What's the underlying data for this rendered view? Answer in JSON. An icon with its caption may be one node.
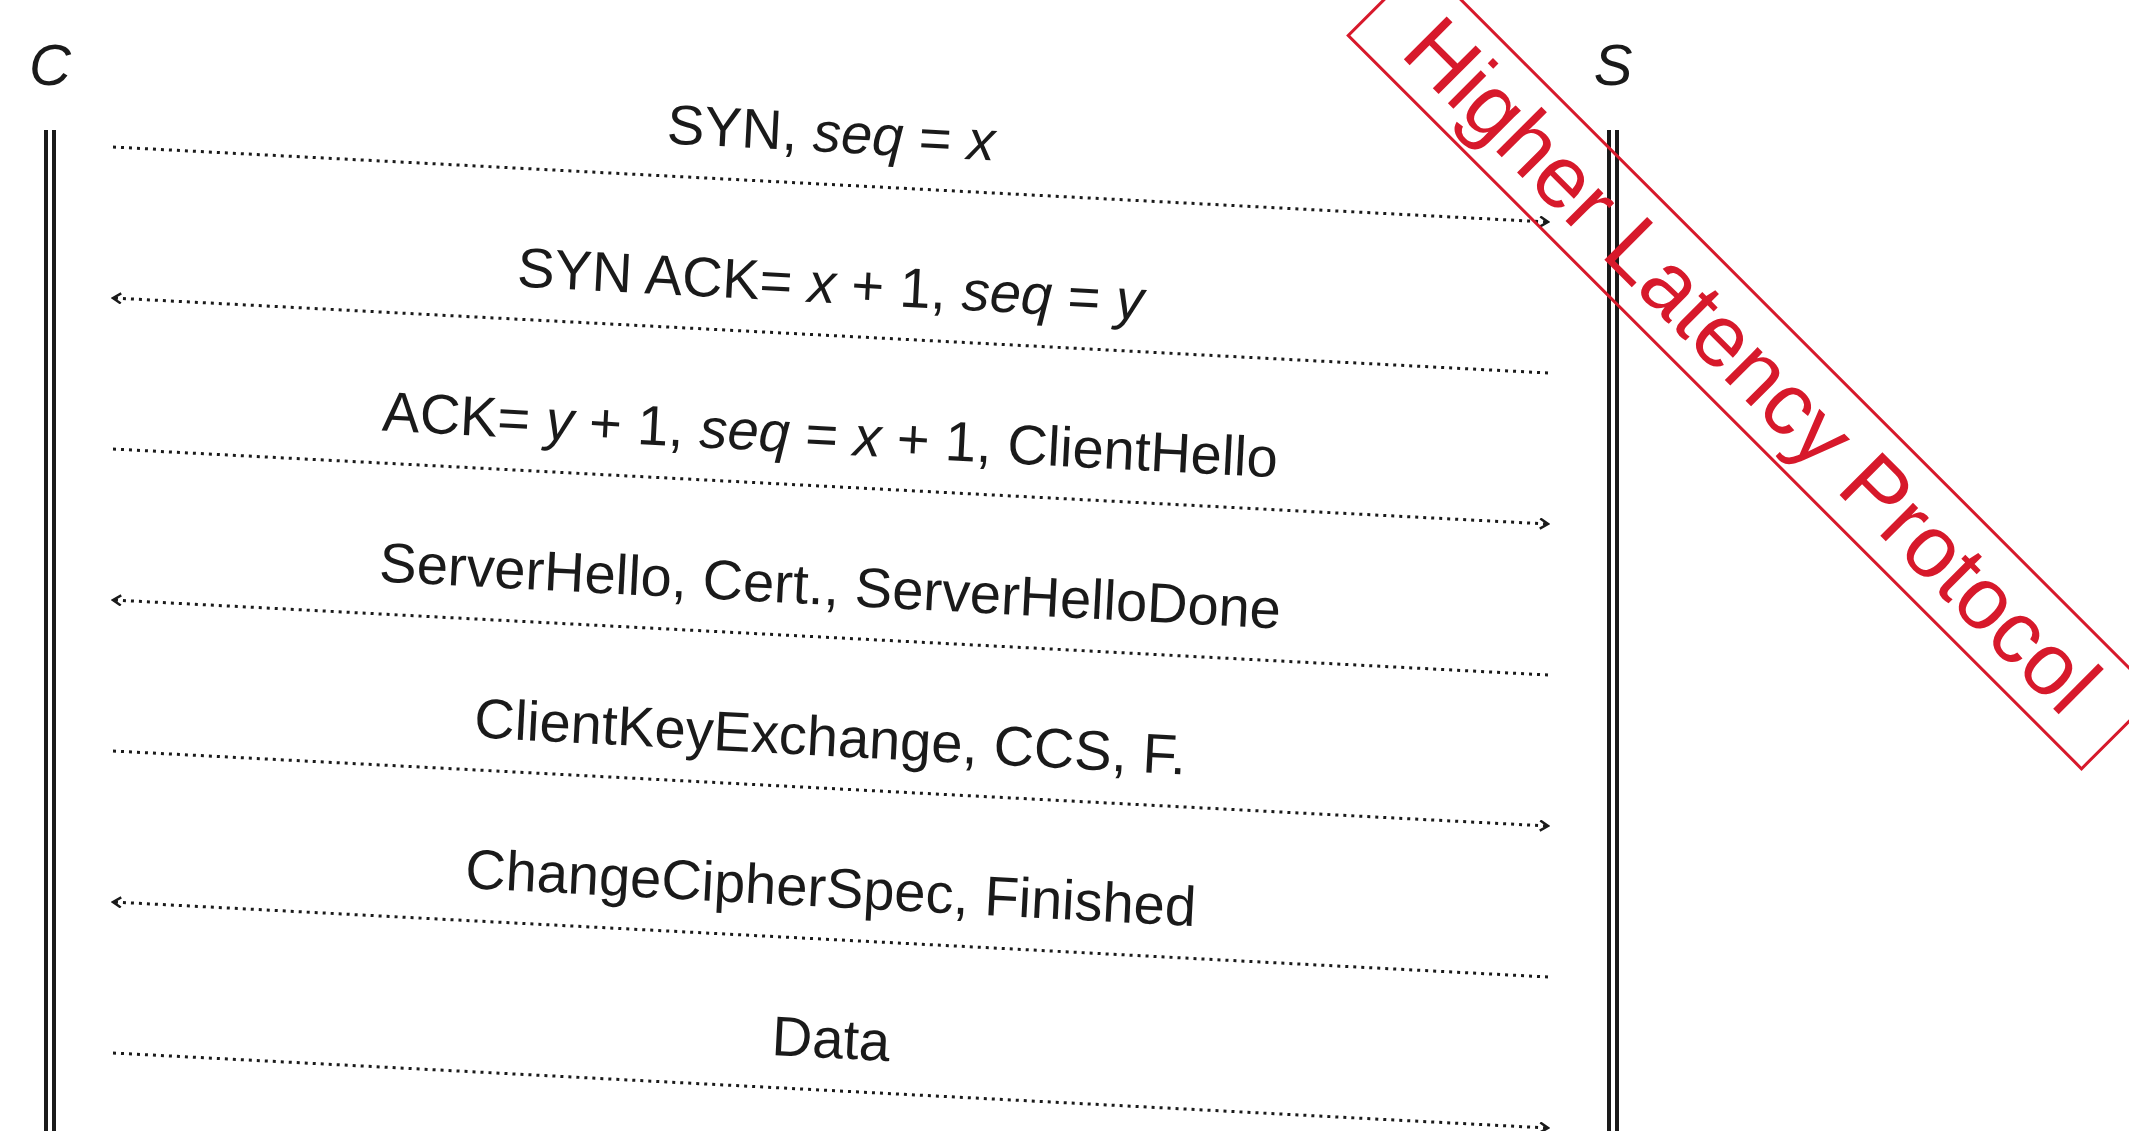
{
  "diagram": {
    "nodes": [
      {
        "text": [
          "C"
        ]
      },
      {
        "text": [
          "S"
        ]
      }
    ],
    "labels": [
      "Higher Latency Protocol"
    ],
    "edges": [
      {
        "from": 0,
        "to": 1,
        "arrow": "to",
        "label": "SYN, *seq* = *x*",
        "style": "dashed"
      },
      {
        "from": 1,
        "to": 0,
        "arrow": "to",
        "label": "SYN ACK= *x* + 1, *seq* = *y*",
        "style": "dashed"
      },
      {
        "from": 0,
        "to": 1,
        "arrow": "to",
        "label": "ACK= *y* + 1, *seq* = *x* + 1, ClientHello",
        "style": "dashed"
      },
      {
        "from": 1,
        "to": 0,
        "arrow": "to",
        "label": "ServerHello, Cert., ServerHelloDone",
        "style": "dashed"
      },
      {
        "from": 0,
        "to": 1,
        "arrow": "to",
        "label": "ClientKeyExchange, CCS, F.",
        "style": "dashed"
      },
      {
        "from": 1,
        "to": 0,
        "arrow": "to",
        "label": "ChangeCipherSpec, Finished",
        "style": "dashed"
      },
      {
        "from": 0,
        "to": 1,
        "arrow": "to",
        "label": "Data",
        "style": "dashed"
      }
    ]
  }
}
